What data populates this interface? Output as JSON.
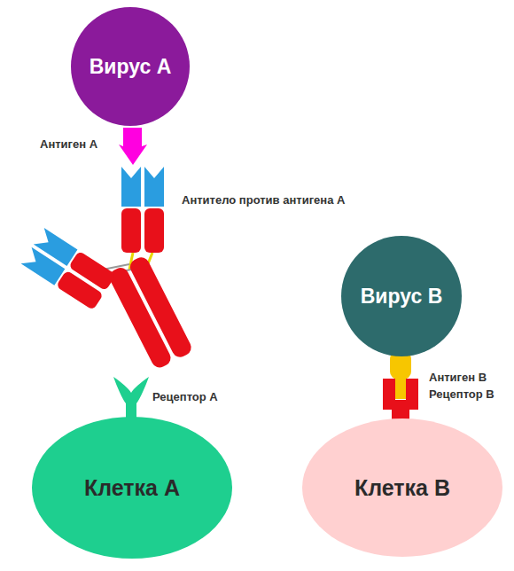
{
  "diagram": {
    "nodes": [
      {
        "text": [
          "Вирус А"
        ]
      },
      {
        "text": [
          "Вирус В"
        ]
      },
      {
        "text": [
          "Клетка А"
        ]
      },
      {
        "text": [
          "Клетка В"
        ]
      }
    ],
    "labels": [
      "Антиген А",
      "Антитело против антигена А",
      "Рецептор А",
      "Антиген В",
      "Рецептор В"
    ]
  }
}
